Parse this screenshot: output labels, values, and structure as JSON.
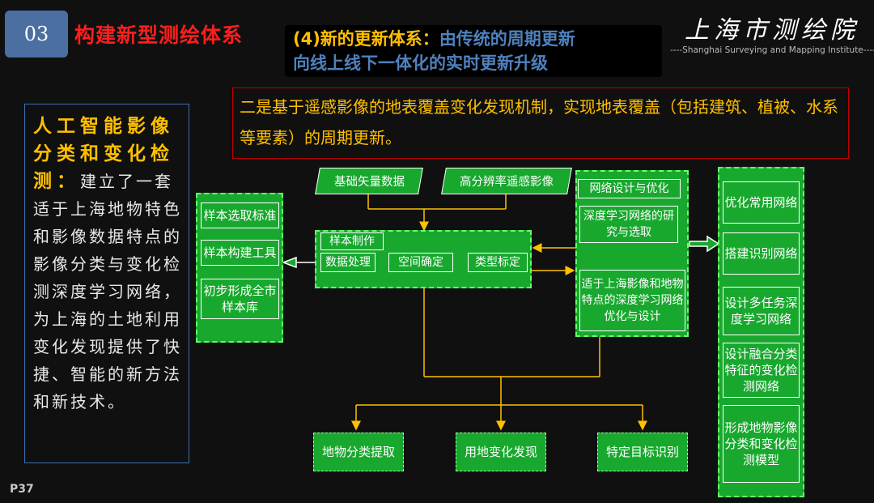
{
  "section": {
    "number": "03",
    "title": "构建新型测绘体系"
  },
  "headline": {
    "prefix": "(4)新的更新体系：",
    "line1": "由传统的周期更新",
    "line2": "向线上线下一体化的实时更新升级"
  },
  "logo": {
    "chinese": "上海市测绘院",
    "english": "----Shanghai Surveying and Mapping Institute----"
  },
  "note": "二是基于遥感影像的地表覆盖变化发现机制，实现地表覆盖（包括建筑、植被、水系等要素）的周期更新。",
  "left_panel": {
    "highlight": "人工智能影像分类和变化检测：",
    "body": "建立了一套适于上海地物特色和影像数据特点的影像分类与变化检测深度学习网络，为上海的土地利用变化发现提供了快捷、智能的新方法和新技术。"
  },
  "diagram": {
    "inputs": [
      "基础矢量数据",
      "高分辨率遥感影像"
    ],
    "sample_group": {
      "title": "样本制作",
      "steps": [
        "数据处理",
        "空间确定",
        "类型标定"
      ]
    },
    "sample_outputs": [
      "样本选取标准",
      "样本构建工具",
      "初步形成全市样本库"
    ],
    "network_group": {
      "title": "网络设计与优化",
      "items": [
        "深度学习网络的研究与选取",
        "适于上海影像和地物特点的深度学习网络优化与设计"
      ]
    },
    "network_outputs": [
      "优化常用网络",
      "搭建识别网络",
      "设计多任务深度学习网络",
      "设计融合分类特征的变化检测网络",
      "形成地物影像分类和变化检测模型"
    ],
    "applications": [
      "地物分类提取",
      "用地变化发现",
      "特定目标识别"
    ]
  },
  "page_number": "P37",
  "colors": {
    "accent_red": "#ff1e1e",
    "accent_gold": "#ffc000",
    "accent_blue": "#4f81bd",
    "node_green": "#18a82e"
  }
}
